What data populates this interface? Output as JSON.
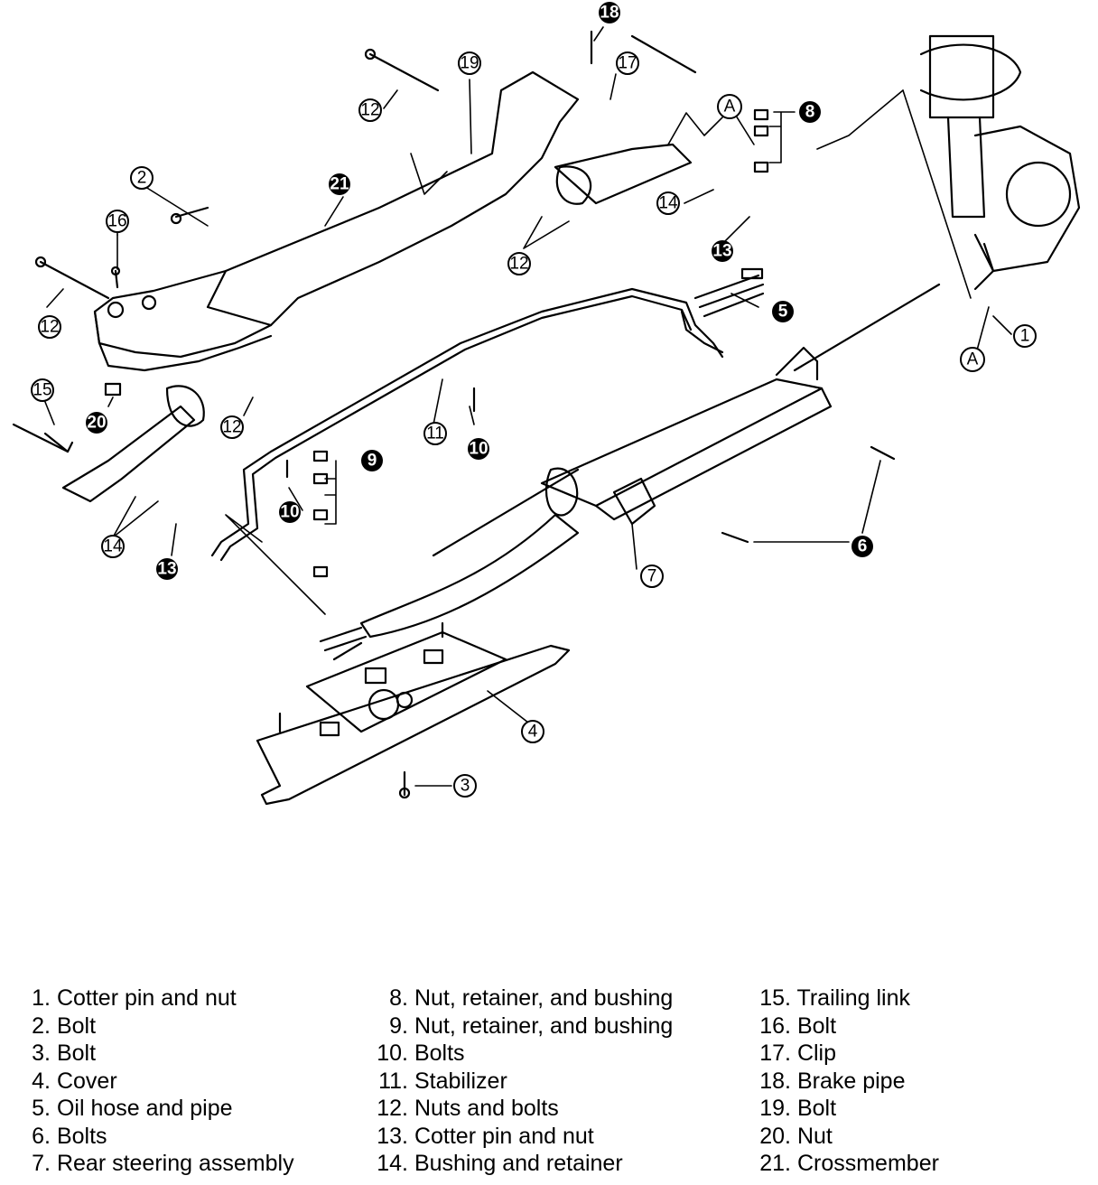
{
  "diagram": {
    "callouts": {
      "c1": "1",
      "c3": "3",
      "c4": "4",
      "c5": "5",
      "c6": "6",
      "c7": "7",
      "c8": "8",
      "c9": "9",
      "c10a": "10",
      "c10b": "10",
      "c11": "11",
      "c12a": "12",
      "c12b": "12",
      "c12c": "12",
      "c12d": "12",
      "c13a": "13",
      "c13b": "13",
      "c14a": "14",
      "c14b": "14",
      "c15": "15",
      "c16": "16",
      "c17": "17",
      "c18": "18",
      "c19": "19",
      "c20": "20",
      "c21": "21",
      "c2": "2",
      "cA1": "A",
      "cA2": "A"
    }
  },
  "legend": {
    "col1": [
      {
        "num": "1.",
        "text": "Cotter pin and nut"
      },
      {
        "num": "2.",
        "text": "Bolt"
      },
      {
        "num": "3.",
        "text": "Bolt"
      },
      {
        "num": "4.",
        "text": "Cover"
      },
      {
        "num": "5.",
        "text": "Oil hose and pipe"
      },
      {
        "num": "6.",
        "text": "Bolts"
      },
      {
        "num": "7.",
        "text": "Rear steering assembly"
      }
    ],
    "col2": [
      {
        "num": "8.",
        "text": "Nut, retainer, and bushing"
      },
      {
        "num": "9.",
        "text": "Nut, retainer, and bushing"
      },
      {
        "num": "10.",
        "text": "Bolts"
      },
      {
        "num": "11.",
        "text": "Stabilizer"
      },
      {
        "num": "12.",
        "text": "Nuts and bolts"
      },
      {
        "num": "13.",
        "text": "Cotter pin and nut"
      },
      {
        "num": "14.",
        "text": "Bushing and retainer"
      }
    ],
    "col3": [
      {
        "num": "15.",
        "text": "Trailing link"
      },
      {
        "num": "16.",
        "text": "Bolt"
      },
      {
        "num": "17.",
        "text": "Clip"
      },
      {
        "num": "18.",
        "text": "Brake pipe"
      },
      {
        "num": "19.",
        "text": "Bolt"
      },
      {
        "num": "20.",
        "text": "Nut"
      },
      {
        "num": "21.",
        "text": "Crossmember"
      }
    ]
  }
}
